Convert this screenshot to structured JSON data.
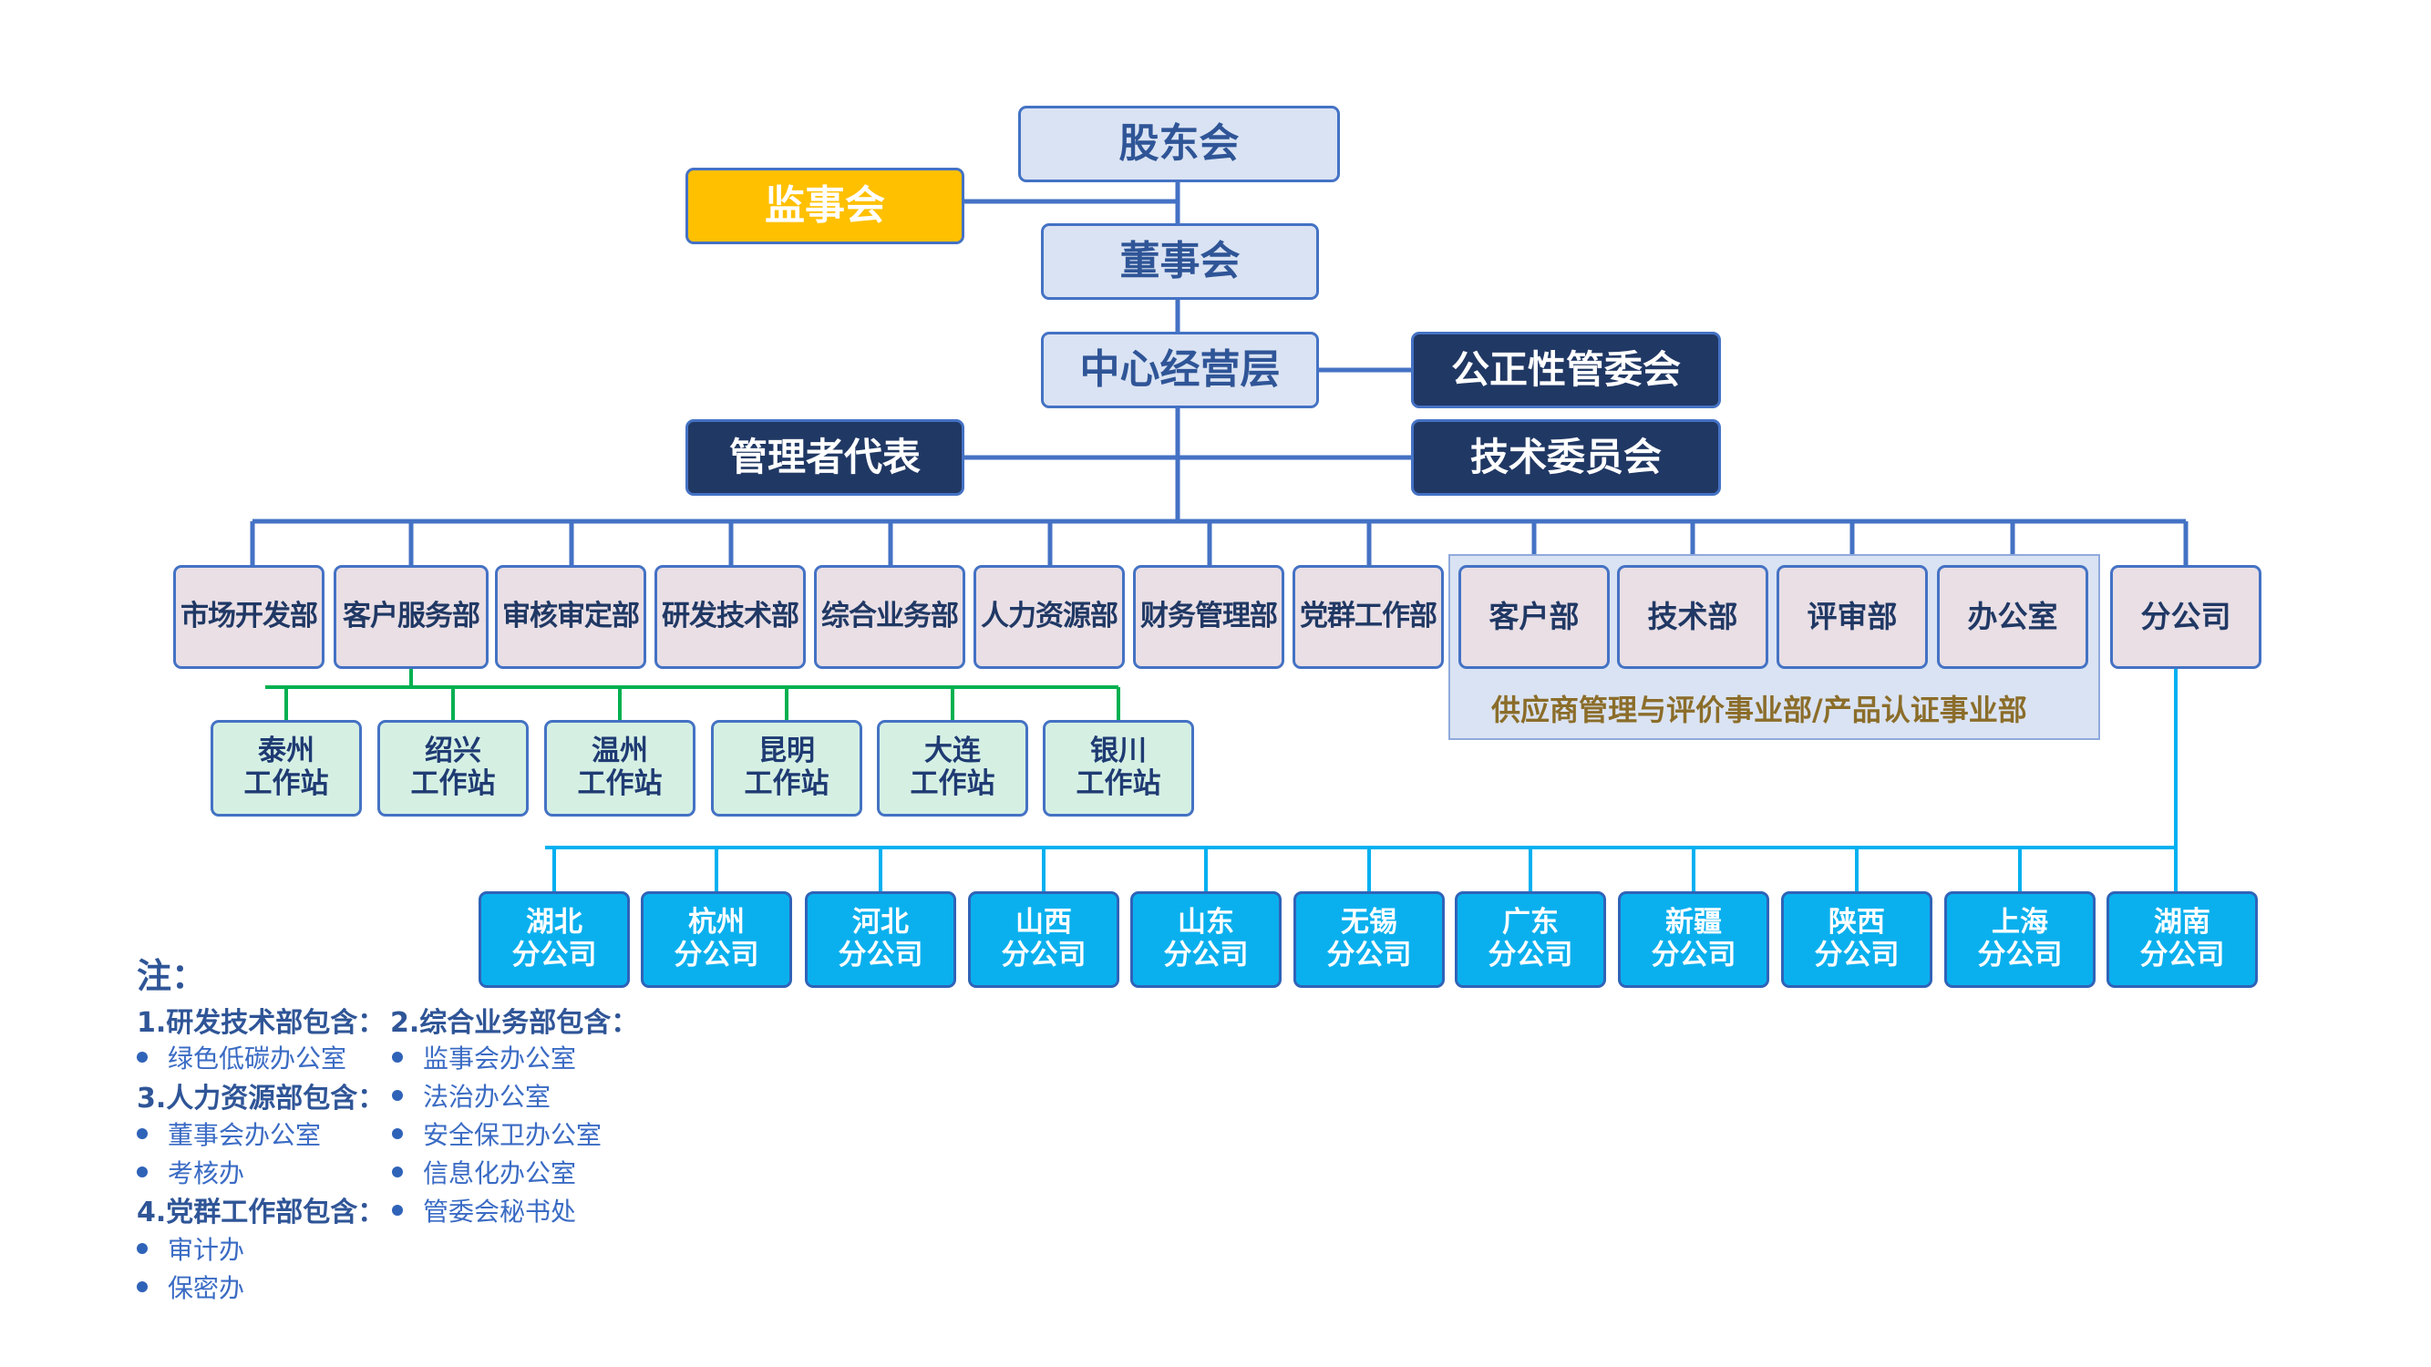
{
  "top": {
    "shareholders": "股东会",
    "supervisors": "监事会",
    "board": "董事会",
    "management": "中心经营层",
    "impartiality": "公正性管委会",
    "mgmt_rep": "管理者代表",
    "tech_committee": "技术委员会"
  },
  "departments": [
    "市场开发部",
    "客户服务部",
    "审核审定部",
    "研发技术部",
    "综合业务部",
    "人力资源部",
    "财务管理部",
    "党群工作部"
  ],
  "supplier_units": [
    "客户部",
    "技术部",
    "评审部",
    "办公室"
  ],
  "supplier_group_label": "供应商管理与评价事业部/产品认证事业部",
  "branch_parent": "分公司",
  "stations": [
    [
      "泰州",
      "工作站"
    ],
    [
      "绍兴",
      "工作站"
    ],
    [
      "温州",
      "工作站"
    ],
    [
      "昆明",
      "工作站"
    ],
    [
      "大连",
      "工作站"
    ],
    [
      "银川",
      "工作站"
    ]
  ],
  "branches": [
    [
      "湖北",
      "分公司"
    ],
    [
      "杭州",
      "分公司"
    ],
    [
      "河北",
      "分公司"
    ],
    [
      "山西",
      "分公司"
    ],
    [
      "山东",
      "分公司"
    ],
    [
      "无锡",
      "分公司"
    ],
    [
      "广东",
      "分公司"
    ],
    [
      "新疆",
      "分公司"
    ],
    [
      "陕西",
      "分公司"
    ],
    [
      "上海",
      "分公司"
    ],
    [
      "湖南",
      "分公司"
    ]
  ],
  "notes": {
    "title": "注：",
    "col1": [
      {
        "head": "1.研发技术部包含：",
        "items": [
          "绿色低碳办公室"
        ]
      },
      {
        "head": "3.人力资源部包含：",
        "items": [
          "董事会办公室",
          "考核办"
        ]
      },
      {
        "head": "4.党群工作部包含：",
        "items": [
          "审计办",
          "保密办"
        ]
      }
    ],
    "col2": [
      {
        "head": "2.综合业务部包含：",
        "items": [
          "监事会办公室",
          "法治办公室",
          "安全保卫办公室",
          "信息化办公室",
          "管委会秘书处"
        ]
      }
    ]
  },
  "colors": {
    "line_blue": "#4472c4",
    "line_green": "#00b050",
    "line_cyan": "#00b0f0",
    "dark_navy": "#203864",
    "gold": "#ffc000",
    "branch_fill": "#0ab0ee"
  }
}
